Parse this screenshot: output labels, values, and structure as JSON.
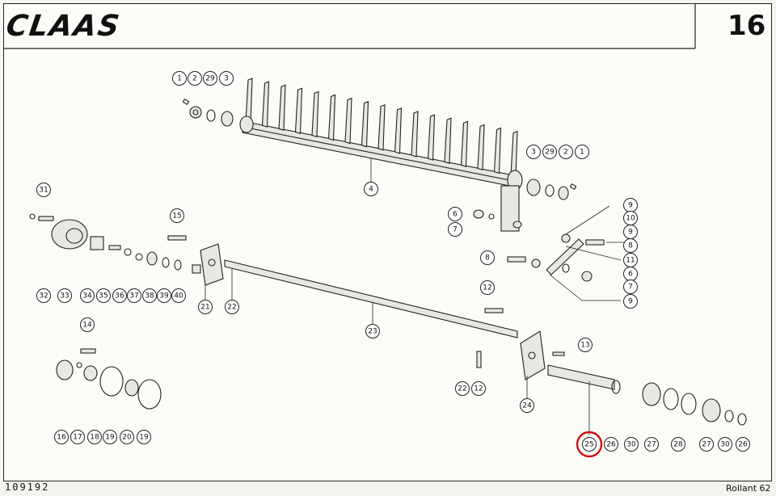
{
  "header": {
    "brand": "CLAAS",
    "page_number": "16"
  },
  "footer": {
    "figure_id": "109192",
    "model": "Rollant 62"
  },
  "callouts": [
    {
      "id": "c1a",
      "label": "1"
    },
    {
      "id": "c2a",
      "label": "2"
    },
    {
      "id": "c29a",
      "label": "29"
    },
    {
      "id": "c3a",
      "label": "3"
    },
    {
      "id": "c4",
      "label": "4"
    },
    {
      "id": "c3b",
      "label": "3"
    },
    {
      "id": "c29b",
      "label": "29"
    },
    {
      "id": "c2b",
      "label": "2"
    },
    {
      "id": "c1b",
      "label": "1"
    },
    {
      "id": "c31",
      "label": "31"
    },
    {
      "id": "c32",
      "label": "32"
    },
    {
      "id": "c33",
      "label": "33"
    },
    {
      "id": "c34",
      "label": "34"
    },
    {
      "id": "c35",
      "label": "35"
    },
    {
      "id": "c36",
      "label": "36"
    },
    {
      "id": "c37",
      "label": "37"
    },
    {
      "id": "c38",
      "label": "38"
    },
    {
      "id": "c39",
      "label": "39"
    },
    {
      "id": "c40",
      "label": "40"
    },
    {
      "id": "c15",
      "label": "15"
    },
    {
      "id": "c21",
      "label": "21"
    },
    {
      "id": "c22a",
      "label": "22"
    },
    {
      "id": "c6a",
      "label": "6"
    },
    {
      "id": "c7a",
      "label": "7"
    },
    {
      "id": "c8a",
      "label": "8"
    },
    {
      "id": "c9a",
      "label": "9"
    },
    {
      "id": "c10",
      "label": "10"
    },
    {
      "id": "c9b",
      "label": "9"
    },
    {
      "id": "c8b",
      "label": "8"
    },
    {
      "id": "c11",
      "label": "11"
    },
    {
      "id": "c6b",
      "label": "6"
    },
    {
      "id": "c7b",
      "label": "7"
    },
    {
      "id": "c9c",
      "label": "9"
    },
    {
      "id": "c12a",
      "label": "12"
    },
    {
      "id": "c23",
      "label": "23"
    },
    {
      "id": "c14",
      "label": "14"
    },
    {
      "id": "c13",
      "label": "13"
    },
    {
      "id": "c22b",
      "label": "22"
    },
    {
      "id": "c12b",
      "label": "12"
    },
    {
      "id": "c24",
      "label": "24"
    },
    {
      "id": "c16",
      "label": "16"
    },
    {
      "id": "c17",
      "label": "17"
    },
    {
      "id": "c18",
      "label": "18"
    },
    {
      "id": "c19a",
      "label": "19"
    },
    {
      "id": "c20",
      "label": "20"
    },
    {
      "id": "c19b",
      "label": "19"
    },
    {
      "id": "c25",
      "label": "25"
    },
    {
      "id": "c26a",
      "label": "26"
    },
    {
      "id": "c30a",
      "label": "30"
    },
    {
      "id": "c27a",
      "label": "27"
    },
    {
      "id": "c28",
      "label": "28"
    },
    {
      "id": "c27b",
      "label": "27"
    },
    {
      "id": "c30b",
      "label": "30"
    },
    {
      "id": "c26b",
      "label": "26"
    }
  ],
  "highlight": {
    "label": "25",
    "color": "#d21010"
  }
}
